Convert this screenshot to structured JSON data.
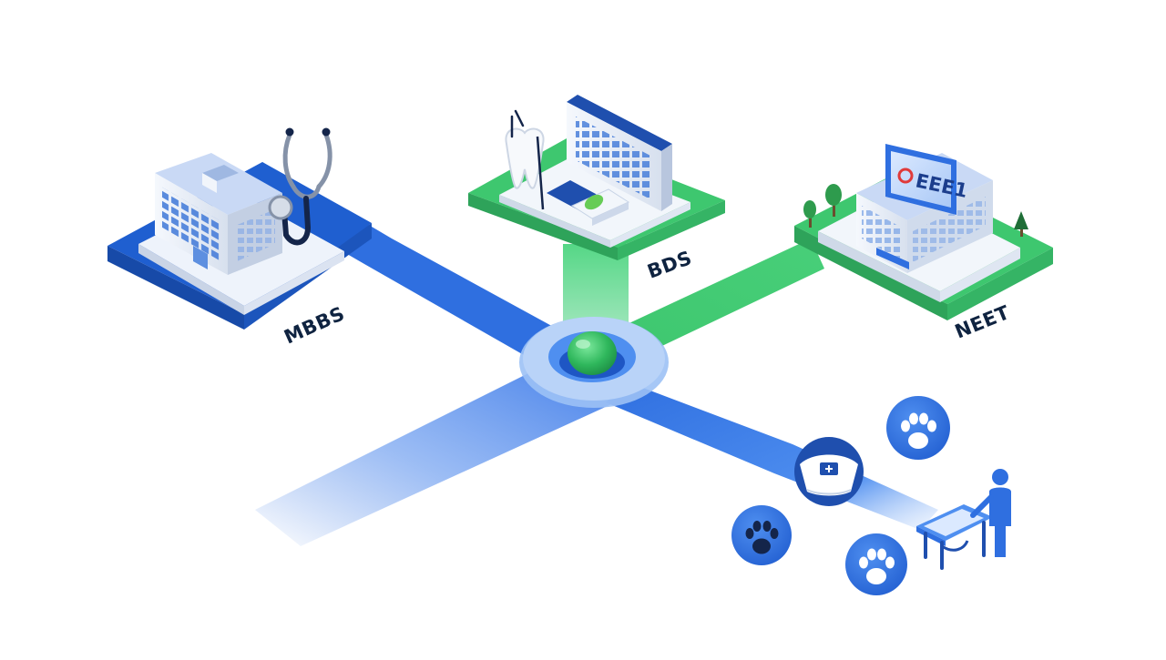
{
  "labels": {
    "mbbs": "MBBS",
    "bds": "BDS",
    "neet": "NEET"
  },
  "sign_text": "EEE1",
  "icons": {
    "mbbs_node": [
      "hospital-building-icon",
      "stethoscope-icon"
    ],
    "bds_node": [
      "tooth-icon",
      "clinic-building-icon",
      "dental-chair-icon"
    ],
    "neet_node": [
      "exam-building-icon",
      "tree-icon"
    ],
    "hub": "green-dome-icon",
    "veterinary": [
      "nurse-cap-icon",
      "paw-print-icon",
      "vet-examination-table-icon",
      "person-icon"
    ]
  },
  "colors": {
    "primary_blue": "#2f6fe0",
    "green": "#3ec76f",
    "dark_navy": "#14254a",
    "light_blue": "#e9f1ff"
  }
}
